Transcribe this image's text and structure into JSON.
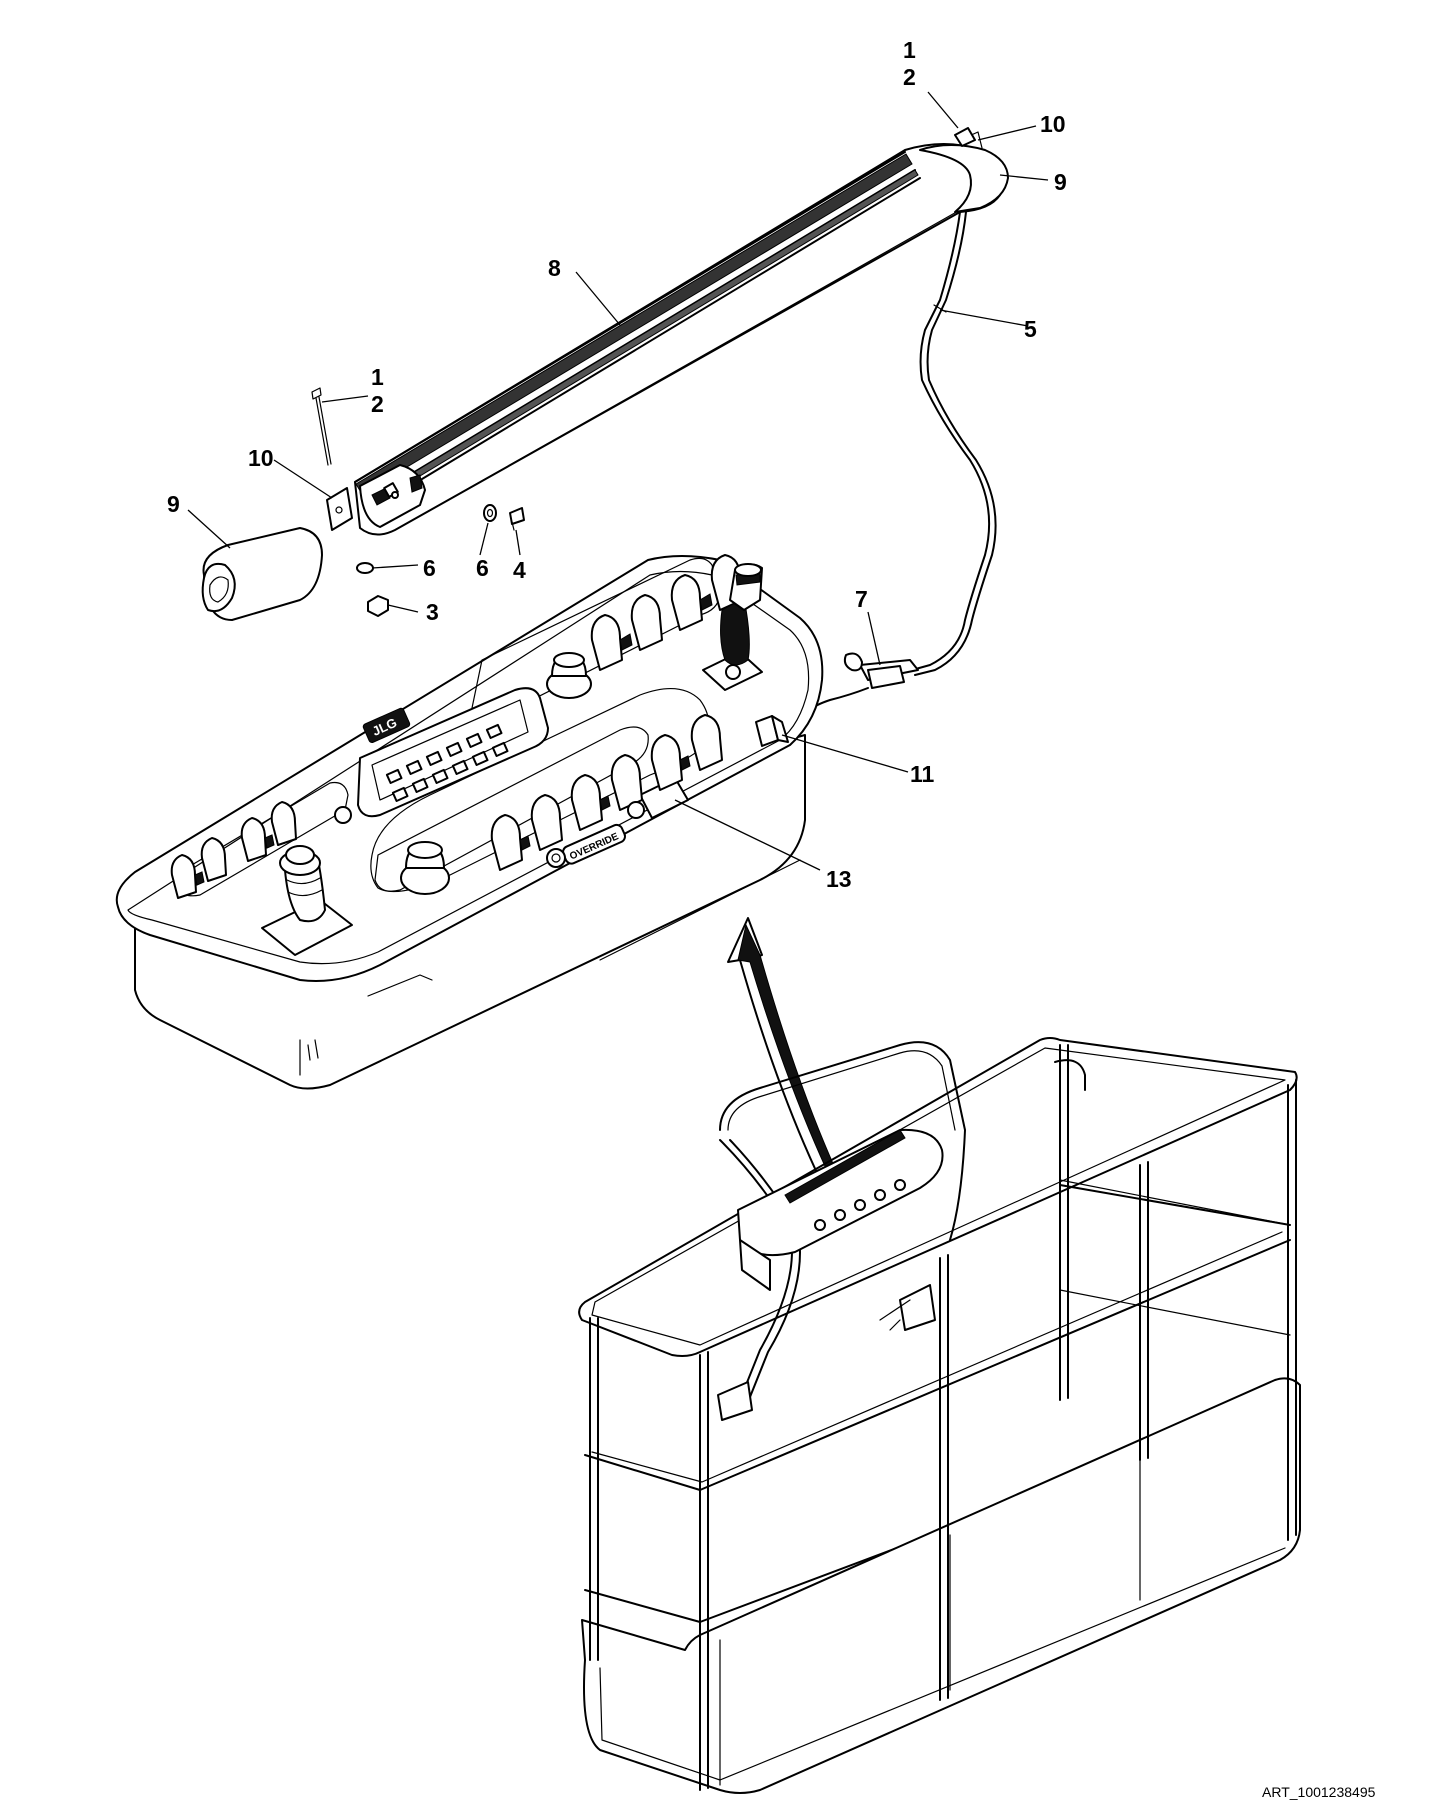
{
  "callouts": [
    {
      "id": "c1a",
      "text": "1"
    },
    {
      "id": "c2a",
      "text": "2"
    },
    {
      "id": "c10a",
      "text": "10"
    },
    {
      "id": "c9a",
      "text": "9"
    },
    {
      "id": "c8",
      "text": "8"
    },
    {
      "id": "c5",
      "text": "5"
    },
    {
      "id": "c1b",
      "text": "1"
    },
    {
      "id": "c2b",
      "text": "2"
    },
    {
      "id": "c10b",
      "text": "10"
    },
    {
      "id": "c9b",
      "text": "9"
    },
    {
      "id": "c6a",
      "text": "6"
    },
    {
      "id": "c6b",
      "text": "6"
    },
    {
      "id": "c4",
      "text": "4"
    },
    {
      "id": "c3",
      "text": "3"
    },
    {
      "id": "c7",
      "text": "7"
    },
    {
      "id": "c11",
      "text": "11"
    },
    {
      "id": "c13",
      "text": "13"
    }
  ],
  "panel_labels": {
    "brand": "JLG",
    "override": "OVERRIDE"
  },
  "art_number": "ART_1001238495"
}
